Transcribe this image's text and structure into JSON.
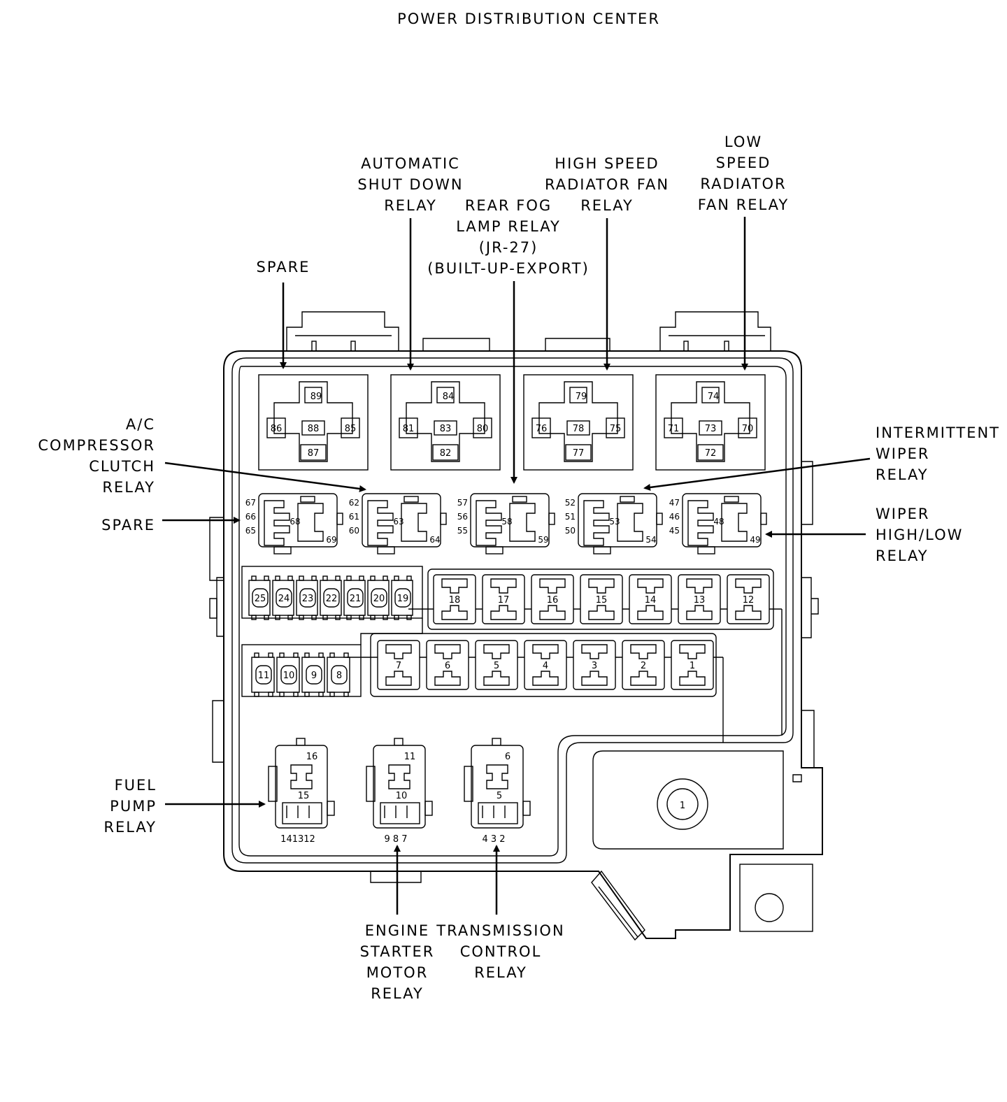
{
  "title": "POWER DISTRIBUTION CENTER",
  "callouts": {
    "spare_top": [
      "SPARE"
    ],
    "asd_relay": [
      "AUTOMATIC",
      "SHUT DOWN",
      "RELAY"
    ],
    "rear_fog": [
      "REAR FOG",
      "LAMP RELAY",
      "(JR-27)",
      "(BUILT-UP-EXPORT)"
    ],
    "hs_fan": [
      "HIGH SPEED",
      "RADIATOR FAN",
      "RELAY"
    ],
    "ls_fan": [
      "LOW",
      "SPEED",
      "RADIATOR",
      "FAN RELAY"
    ],
    "ac_clutch": [
      "A/C",
      "COMPRESSOR",
      "CLUTCH",
      "RELAY"
    ],
    "spare_left": [
      "SPARE"
    ],
    "int_wiper": [
      "INTERMITTENT",
      "WIPER",
      "RELAY"
    ],
    "wiper_hl": [
      "WIPER",
      "HIGH/LOW",
      "RELAY"
    ],
    "fuel_pump": [
      "FUEL",
      "PUMP",
      "RELAY"
    ],
    "starter": [
      "ENGINE",
      "STARTER",
      "MOTOR",
      "RELAY"
    ],
    "trans": [
      "TRANSMISSION",
      "CONTROL",
      "RELAY"
    ]
  },
  "big_relays": [
    {
      "top": "89",
      "left": "86",
      "center": "88",
      "right": "85",
      "bottom": "87"
    },
    {
      "top": "84",
      "left": "81",
      "center": "83",
      "right": "80",
      "bottom": "82"
    },
    {
      "top": "79",
      "left": "76",
      "center": "78",
      "right": "75",
      "bottom": "77"
    },
    {
      "top": "74",
      "left": "71",
      "center": "73",
      "right": "70",
      "bottom": "72"
    }
  ],
  "mini_relays": [
    {
      "pins": [
        "67",
        "66",
        "65"
      ],
      "center": "68",
      "corner": "69"
    },
    {
      "pins": [
        "62",
        "61",
        "60"
      ],
      "center": "63",
      "corner": "64"
    },
    {
      "pins": [
        "57",
        "56",
        "55"
      ],
      "center": "58",
      "corner": "59"
    },
    {
      "pins": [
        "52",
        "51",
        "50"
      ],
      "center": "53",
      "corner": "54"
    },
    {
      "pins": [
        "47",
        "46",
        "45"
      ],
      "center": "48",
      "corner": "49"
    }
  ],
  "mini_fuses_row1": [
    "25",
    "24",
    "23",
    "22",
    "21",
    "20",
    "19"
  ],
  "mini_fuses_row2": [
    "11",
    "10",
    "9",
    "8"
  ],
  "maxi_fuses_row1": [
    "18",
    "17",
    "16",
    "15",
    "14",
    "13",
    "12"
  ],
  "maxi_fuses_row2": [
    "7",
    "6",
    "5",
    "4",
    "3",
    "2",
    "1"
  ],
  "iso_relays": [
    {
      "top": "16",
      "mid": "15",
      "bottom": "141312"
    },
    {
      "top": "11",
      "mid": "10",
      "bottom": "9  8  7"
    },
    {
      "top": "6",
      "mid": "5",
      "bottom": "4  3  2"
    }
  ],
  "stud": "1"
}
